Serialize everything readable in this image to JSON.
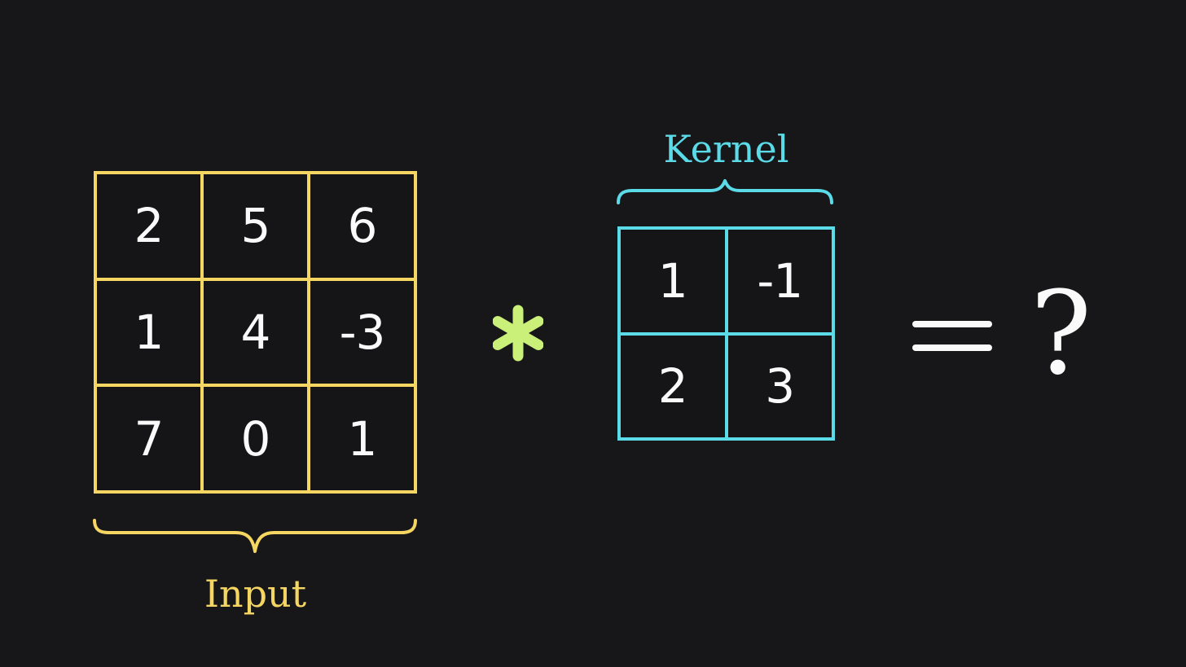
{
  "colors": {
    "background": "#17171A",
    "input_accent": "#F5D662",
    "kernel_accent": "#5BDBE7",
    "operator_accent": "#CAF07A",
    "value_color": "#FAFAFA",
    "cell_fill": "#151518"
  },
  "input": {
    "label": "Input",
    "rows": [
      [
        "2",
        "5",
        "6"
      ],
      [
        "1",
        "4",
        "-3"
      ],
      [
        "7",
        "0",
        "1"
      ]
    ]
  },
  "kernel": {
    "label": "Kernel",
    "rows": [
      [
        "1",
        "-1"
      ],
      [
        "2",
        "3"
      ]
    ]
  },
  "operator": {
    "icon": "asterisk-icon",
    "symbol": "*"
  },
  "result": {
    "equals_symbol": "=",
    "value": "?"
  }
}
